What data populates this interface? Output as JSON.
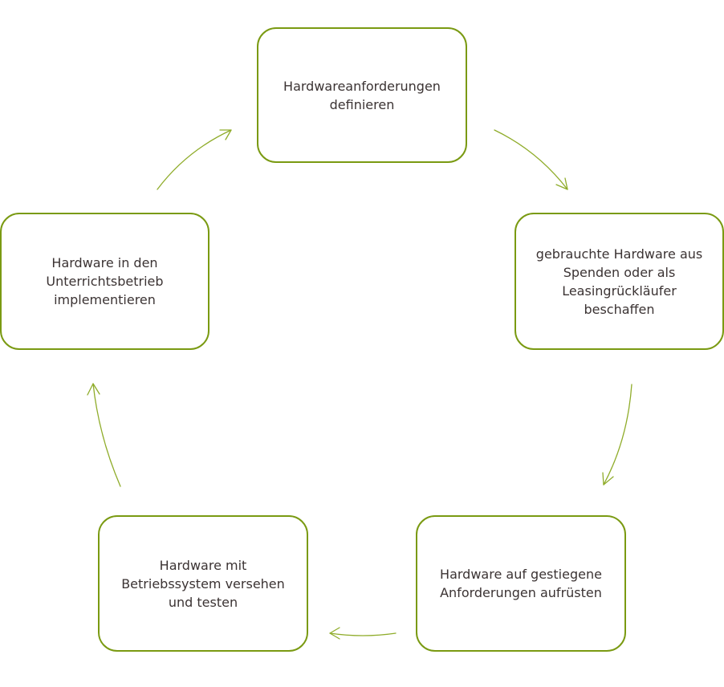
{
  "diagram": {
    "type": "cycle",
    "accent_color": "#7a9a12",
    "arrow_color": "#8fac2a",
    "text_color": "#3b3333",
    "nodes": [
      {
        "id": "define",
        "label": "Hardwareanforderungen\ndefinieren"
      },
      {
        "id": "procure",
        "label": "gebrauchte Hardware aus\nSpenden oder als\nLeasingrückläufer\nbeschaffen"
      },
      {
        "id": "upgrade",
        "label": "Hardware auf gestiegene\nAnforderungen  aufrüsten"
      },
      {
        "id": "os",
        "label": "Hardware mit\nBetriebssystem versehen\nund testen"
      },
      {
        "id": "implement",
        "label": "Hardware in den\nUnterrichtsbetrieb\nimplementieren"
      }
    ],
    "edges": [
      {
        "from": "define",
        "to": "procure"
      },
      {
        "from": "procure",
        "to": "upgrade"
      },
      {
        "from": "upgrade",
        "to": "os"
      },
      {
        "from": "os",
        "to": "implement"
      },
      {
        "from": "implement",
        "to": "define"
      }
    ]
  }
}
